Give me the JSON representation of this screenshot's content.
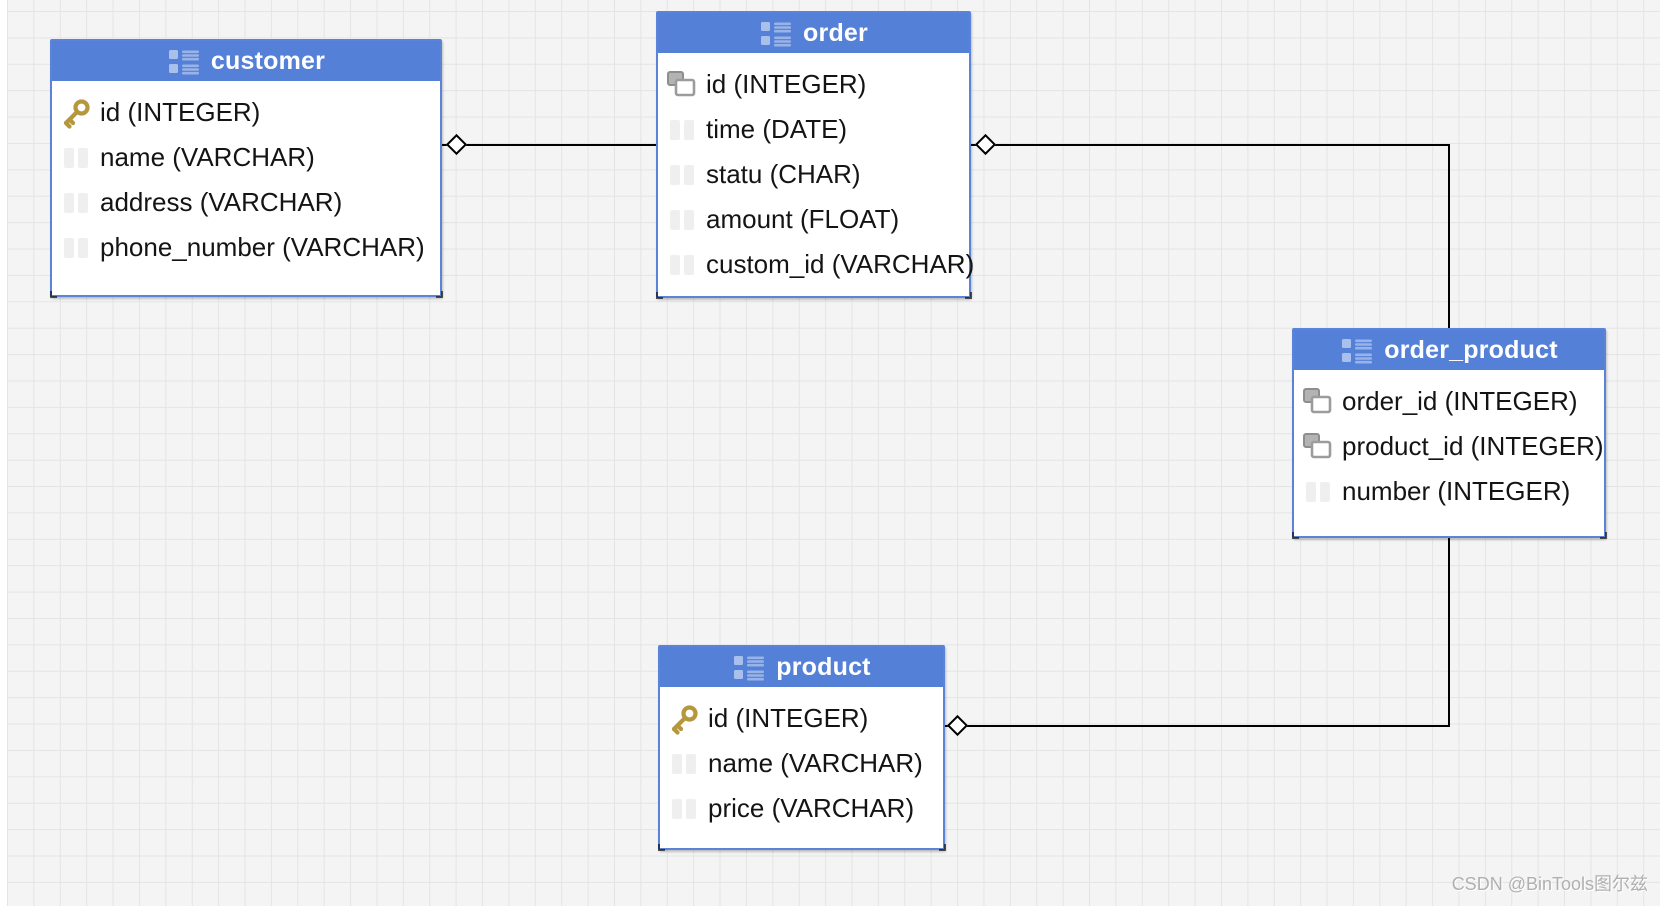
{
  "canvas": {
    "background_color": "#f4f4f4",
    "grid_line_color": "#e4e4e6"
  },
  "colors": {
    "header_blue": "#5480d8",
    "table_border_blue": "#5b83da",
    "row_text": "#141414",
    "primary_key_gold": "#b5973d",
    "foreign_key_gray": "#9c9c9c",
    "connector_black": "#000000",
    "watermark_gray": "#b2b0ae"
  },
  "diagram": {
    "tables": [
      {
        "title": "customer",
        "header_icon": "table-icon",
        "columns": [
          {
            "label": "id (INTEGER)",
            "icon": "primary-key-icon"
          },
          {
            "label": "name (VARCHAR)",
            "icon": "column-icon"
          },
          {
            "label": "address (VARCHAR)",
            "icon": "column-icon"
          },
          {
            "label": "phone_number (VARCHAR)",
            "icon": "column-icon"
          }
        ]
      },
      {
        "title": "order",
        "header_icon": "table-icon",
        "columns": [
          {
            "label": "id (INTEGER)",
            "icon": "foreign-key-icon"
          },
          {
            "label": "time (DATE)",
            "icon": "column-icon"
          },
          {
            "label": "statu (CHAR)",
            "icon": "column-icon"
          },
          {
            "label": "amount (FLOAT)",
            "icon": "column-icon"
          },
          {
            "label": "custom_id (VARCHAR)",
            "icon": "column-icon"
          }
        ]
      },
      {
        "title": "order_product",
        "header_icon": "table-icon",
        "columns": [
          {
            "label": "order_id (INTEGER)",
            "icon": "foreign-key-icon"
          },
          {
            "label": "product_id (INTEGER)",
            "icon": "foreign-key-icon"
          },
          {
            "label": "number (INTEGER)",
            "icon": "column-icon"
          }
        ]
      },
      {
        "title": "product",
        "header_icon": "table-icon",
        "columns": [
          {
            "label": "id (INTEGER)",
            "icon": "primary-key-icon"
          },
          {
            "label": "name (VARCHAR)",
            "icon": "column-icon"
          },
          {
            "label": "price (VARCHAR)",
            "icon": "column-icon"
          }
        ]
      }
    ],
    "relations": [
      {
        "from_table": "customer",
        "to_table": "order",
        "marker": "open-diamond-at-customer"
      },
      {
        "from_table": "order",
        "to_table": "order_product",
        "marker": "open-diamond-at-order"
      },
      {
        "from_table": "product",
        "to_table": "order_product",
        "marker": "open-diamond-at-product"
      }
    ]
  },
  "watermark": {
    "text": "CSDN @BinTools图尔兹"
  }
}
